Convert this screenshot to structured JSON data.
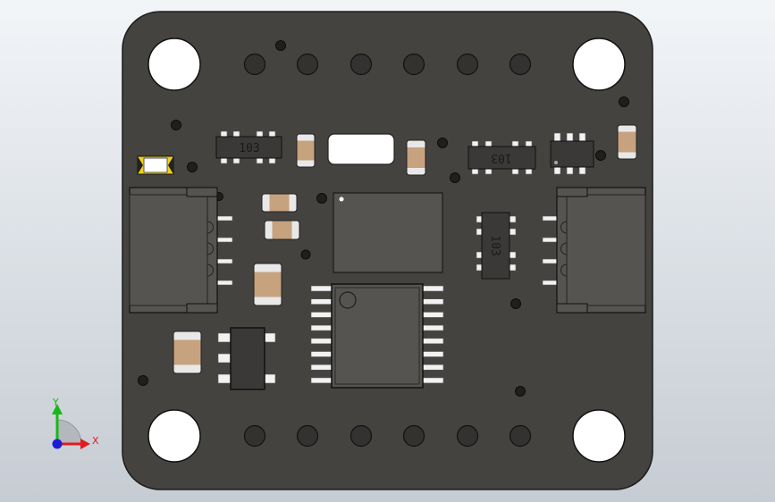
{
  "viewport": {
    "background_top": "#f2f5f8",
    "background_bottom": "#c6ccd3"
  },
  "board": {
    "color": "#444340",
    "edge_color": "#1c1c1c",
    "ic_color": "#555451",
    "resistor_body": "#c7a27f",
    "pin_color": "#f2f2f2"
  },
  "silkscreen": {
    "r1_label": "103",
    "r2_label": "103",
    "r3_label": "103"
  },
  "triad": {
    "x_label": "X",
    "y_label": "Y",
    "x_color": "#e21b1b",
    "y_color": "#18b818",
    "z_color": "#1c1cd6"
  }
}
